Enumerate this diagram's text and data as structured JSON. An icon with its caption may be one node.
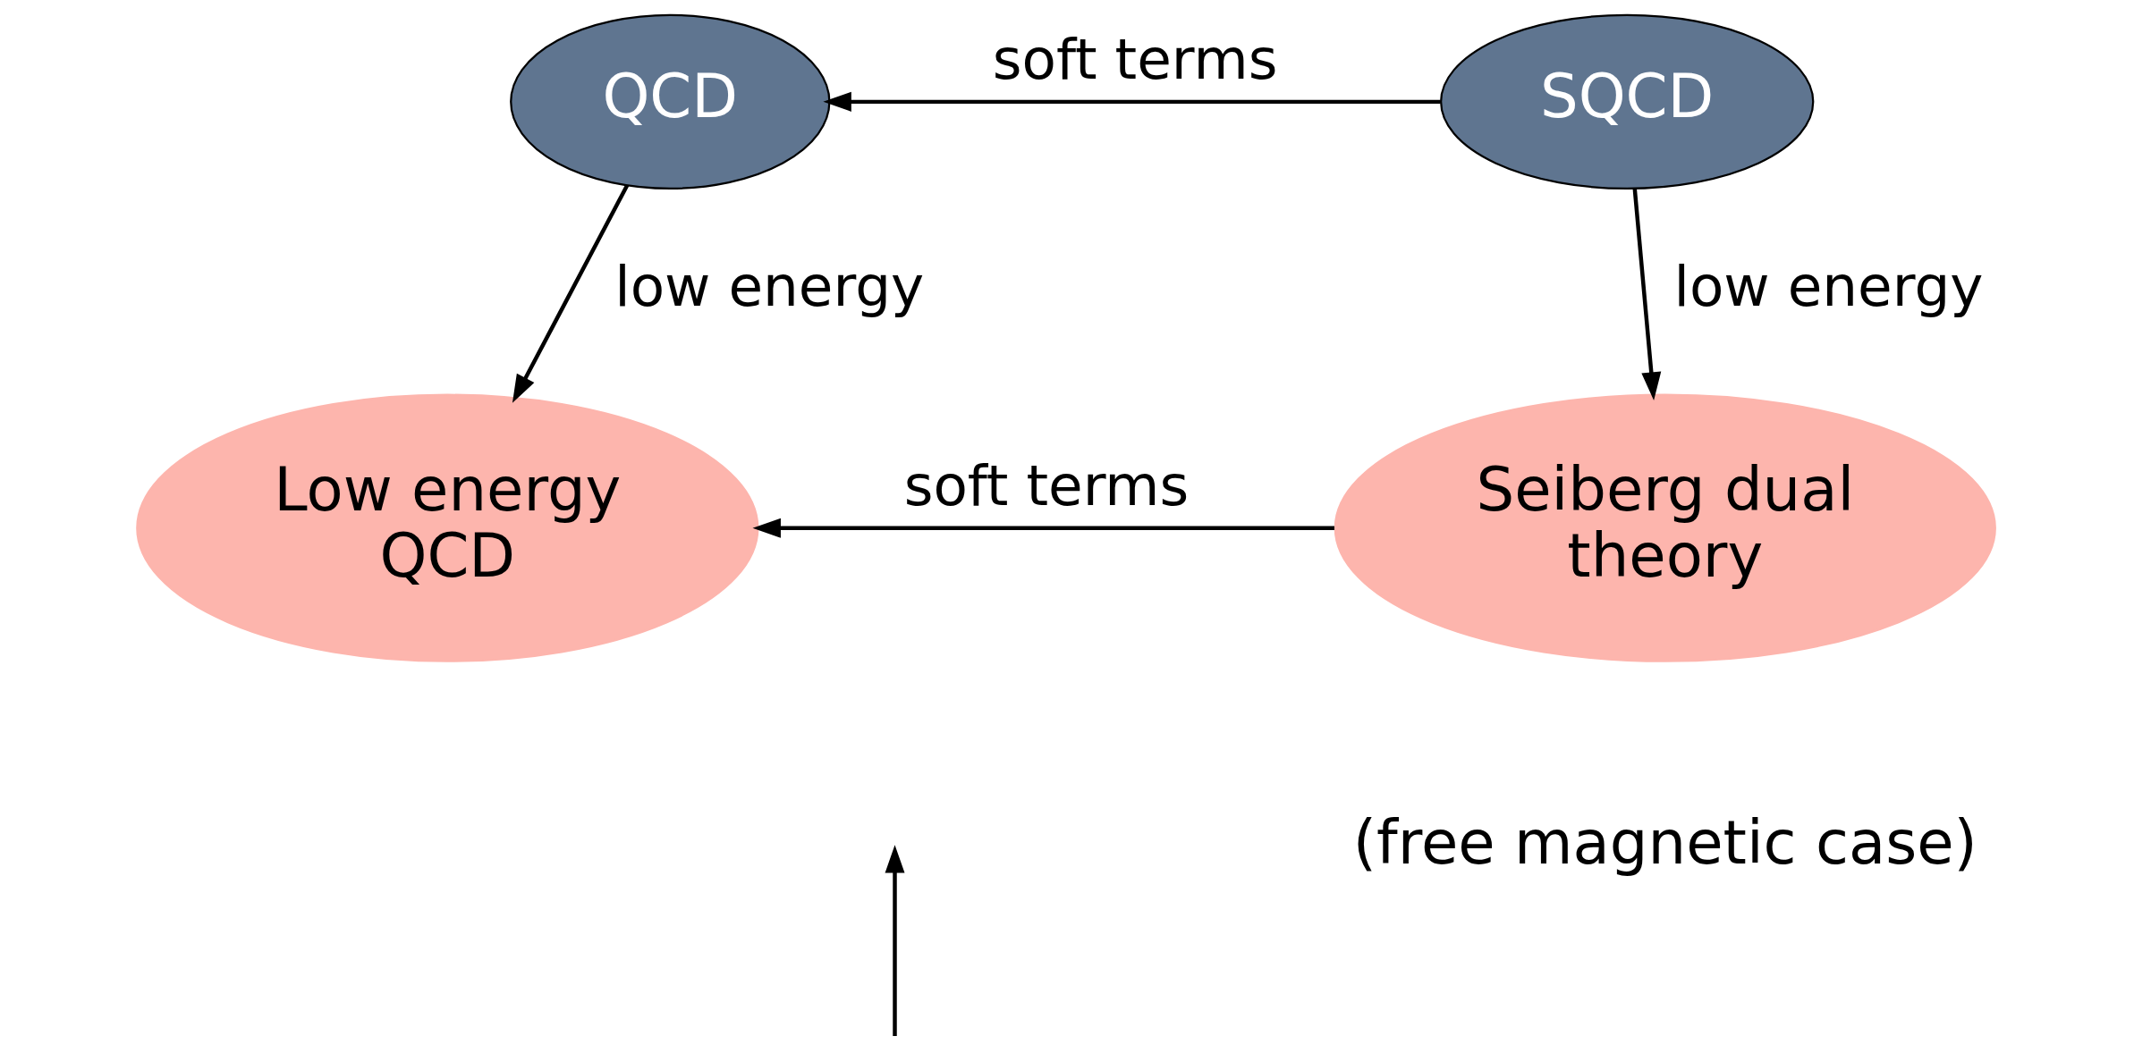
{
  "diagram": {
    "nodes": [
      {
        "text": [
          "QCD"
        ]
      },
      {
        "text": [
          "SQCD"
        ]
      },
      {
        "text": [
          "Low energy QCD"
        ]
      },
      {
        "text": [
          "Seiberg dual theory"
        ],
        "beside": [
          "(free magnetic case)"
        ]
      }
    ],
    "edges": [
      {
        "from": 1,
        "to": 0,
        "arrow": "to",
        "label": "soft terms"
      },
      {
        "from": 0,
        "to": 2,
        "arrow": "to",
        "label": "low energy"
      },
      {
        "from": 1,
        "to": 3,
        "arrow": "to",
        "label": "low energy"
      },
      {
        "from": 3,
        "to": 2,
        "arrow": "to",
        "label": "soft terms"
      }
    ]
  }
}
